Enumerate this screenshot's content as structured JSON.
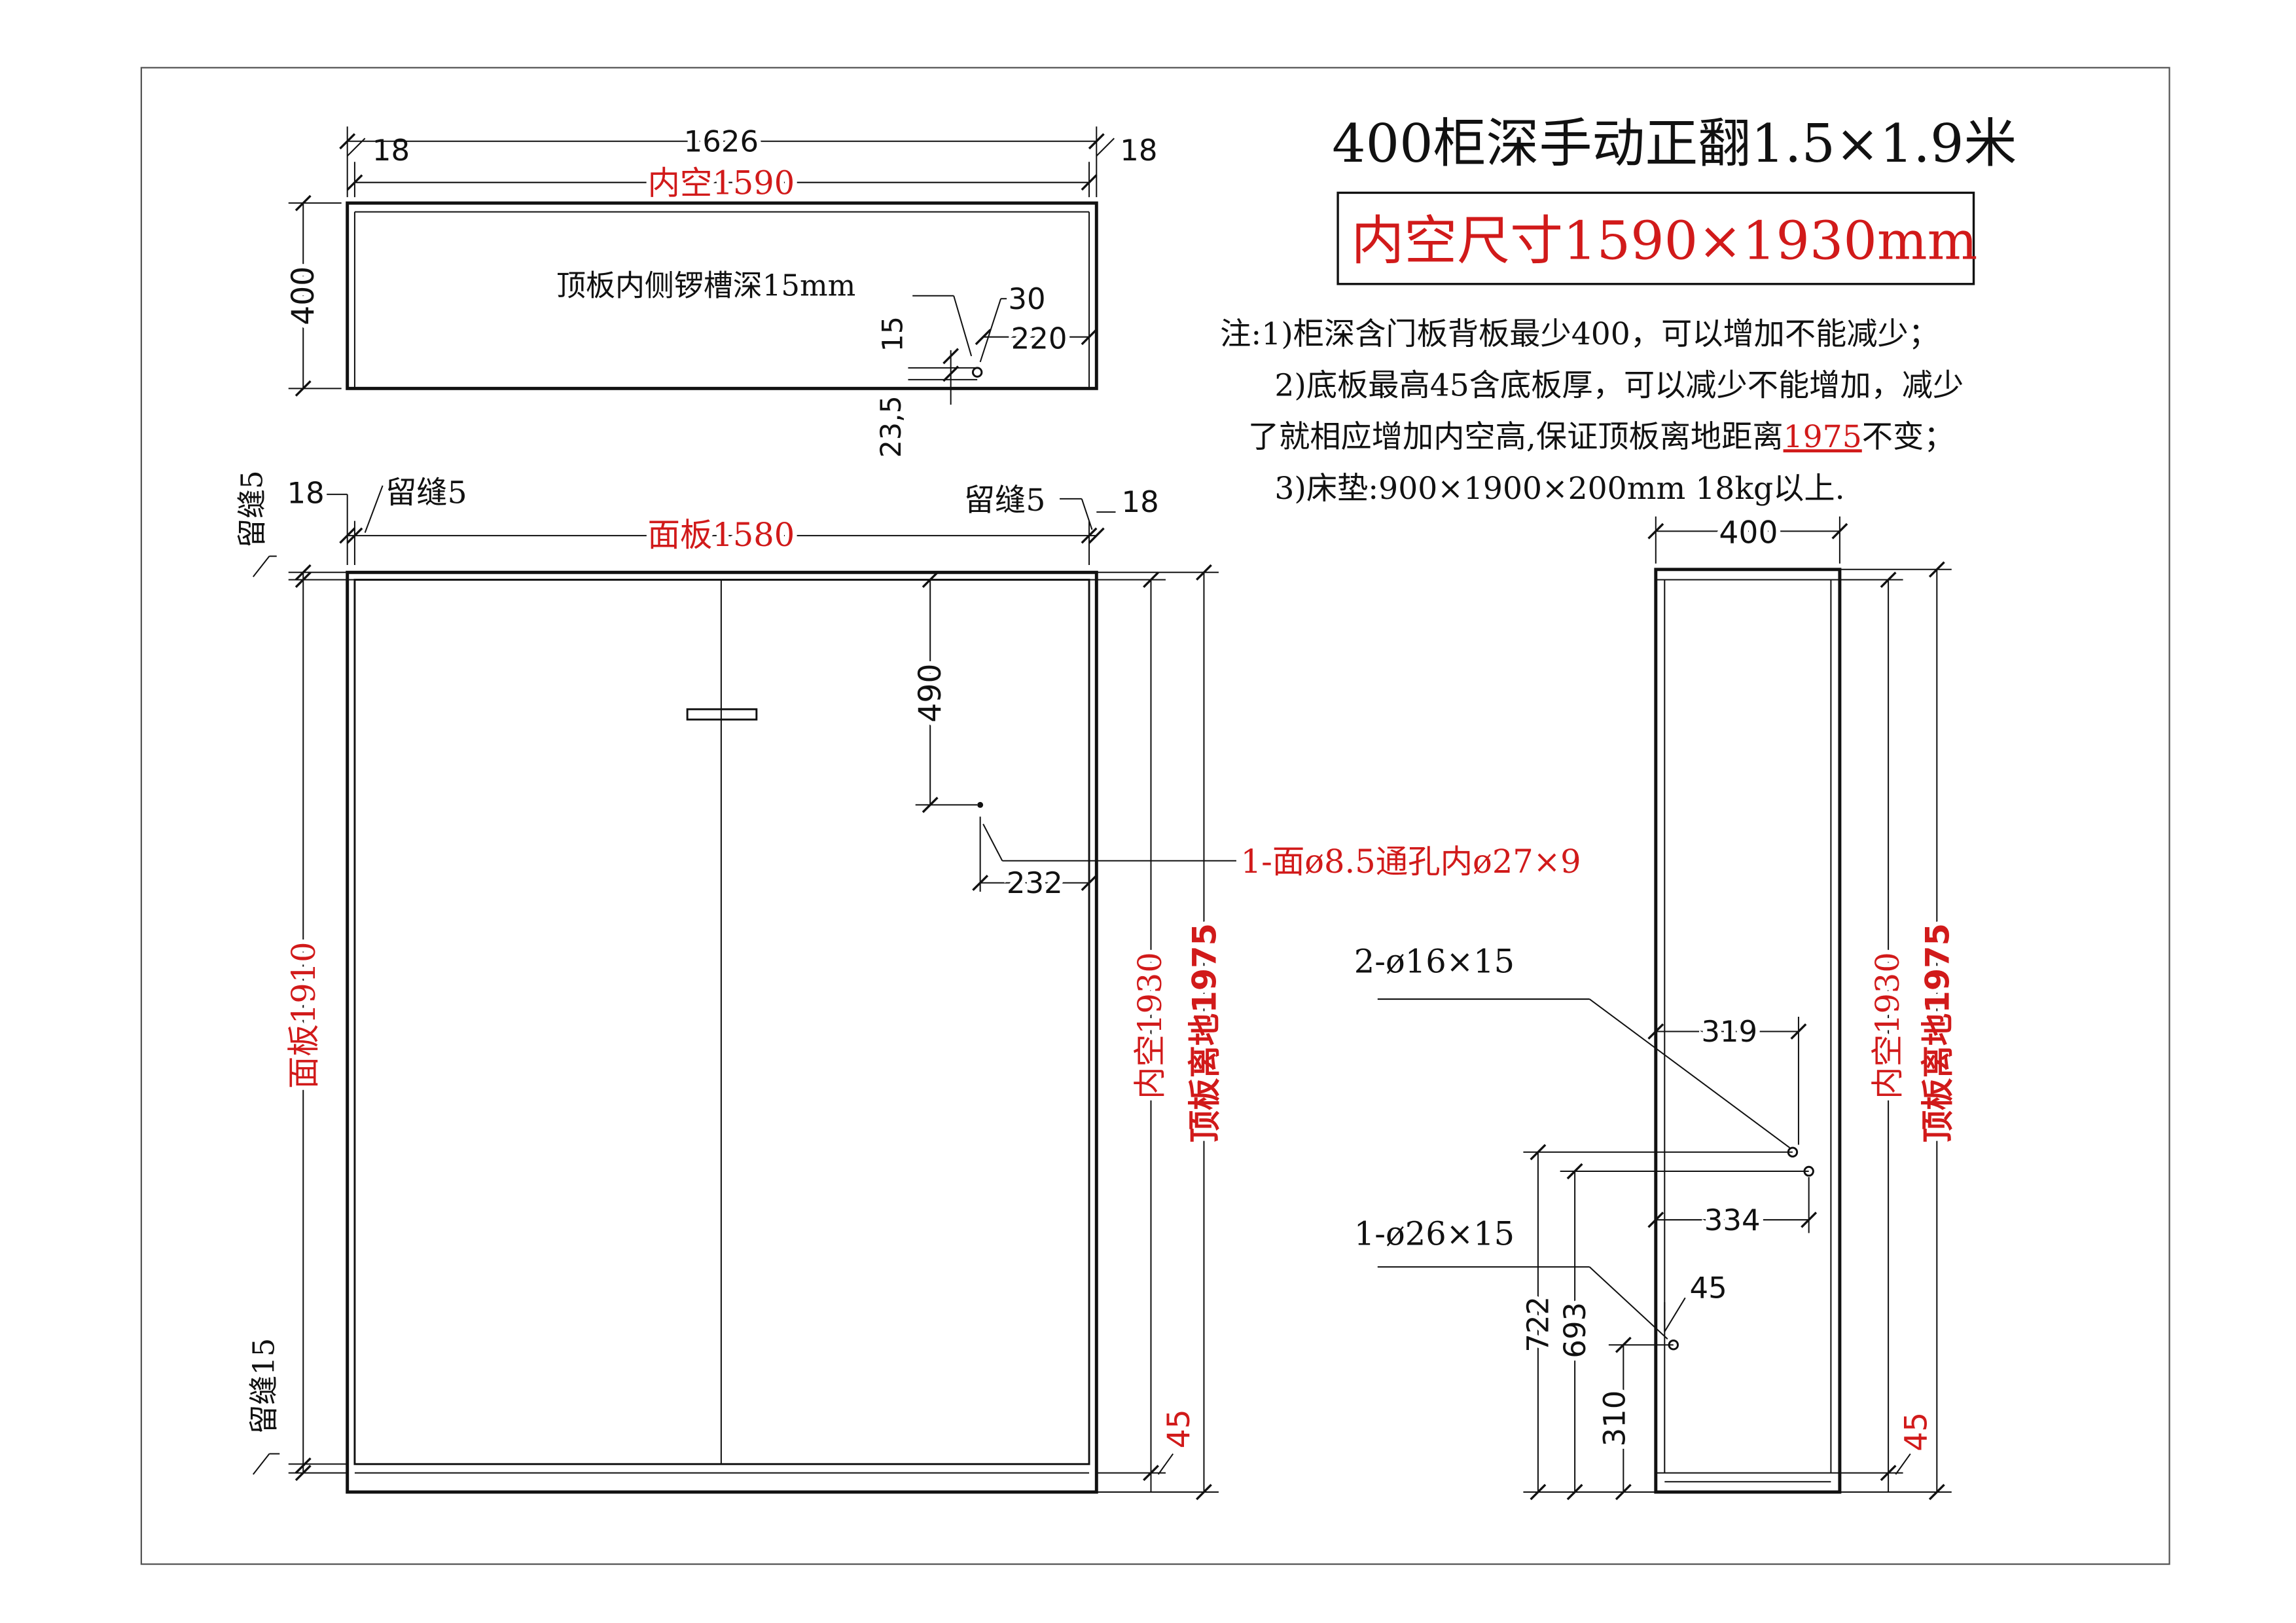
{
  "title": "400柜深手动正翻1.5×1.9米",
  "inner_size_box": "内空尺寸1590×1930mm",
  "notes": {
    "line1": "注:1)柜深含门板背板最少400，可以增加不能减少；",
    "line2": "2)底板最高45含底板厚，可以减少不能增加，减少",
    "line3_before": "了就相应增加内空高,保证顶板离地距离",
    "line3_highlight": "1975",
    "line3_after": "不变；",
    "line4": "3)床垫:900×1900×200mm 18kg以上."
  },
  "top_view": {
    "left_thickness": "18",
    "total_width": "1626",
    "right_thickness": "18",
    "inner_width": "内空1590",
    "depth": "400",
    "groove_note": "顶板内侧锣槽深15mm",
    "dim_30": "30",
    "dim_15": "15",
    "dim_220": "220",
    "dim_23_5": "23,5"
  },
  "front_view": {
    "left_thickness": "18",
    "left_gap": "留缝5",
    "top_gap": "留缝5",
    "right_gap": "留缝5",
    "right_thickness": "18",
    "panel_width": "面板1580",
    "panel_height": "面板1910",
    "bottom_gap": "留缝15",
    "dim_490": "490",
    "dim_232": "232",
    "hole_note": "1-面ø8.5通孔内ø27×9",
    "inner_height": "内空1930",
    "top_to_floor": "顶板离地1975",
    "base_height": "45"
  },
  "side_view": {
    "depth": "400",
    "hole_note_a": "2-ø16×15",
    "dim_319": "319",
    "dim_334": "334",
    "hole_note_b": "1-ø26×15",
    "dim_45": "45",
    "dim_722": "722",
    "dim_693": "693",
    "dim_310": "310",
    "inner_height": "内空1930",
    "top_to_floor": "顶板离地1975",
    "base_height": "45"
  },
  "colors": {
    "line": "#111111",
    "annotation_red": "#d11a1a"
  }
}
